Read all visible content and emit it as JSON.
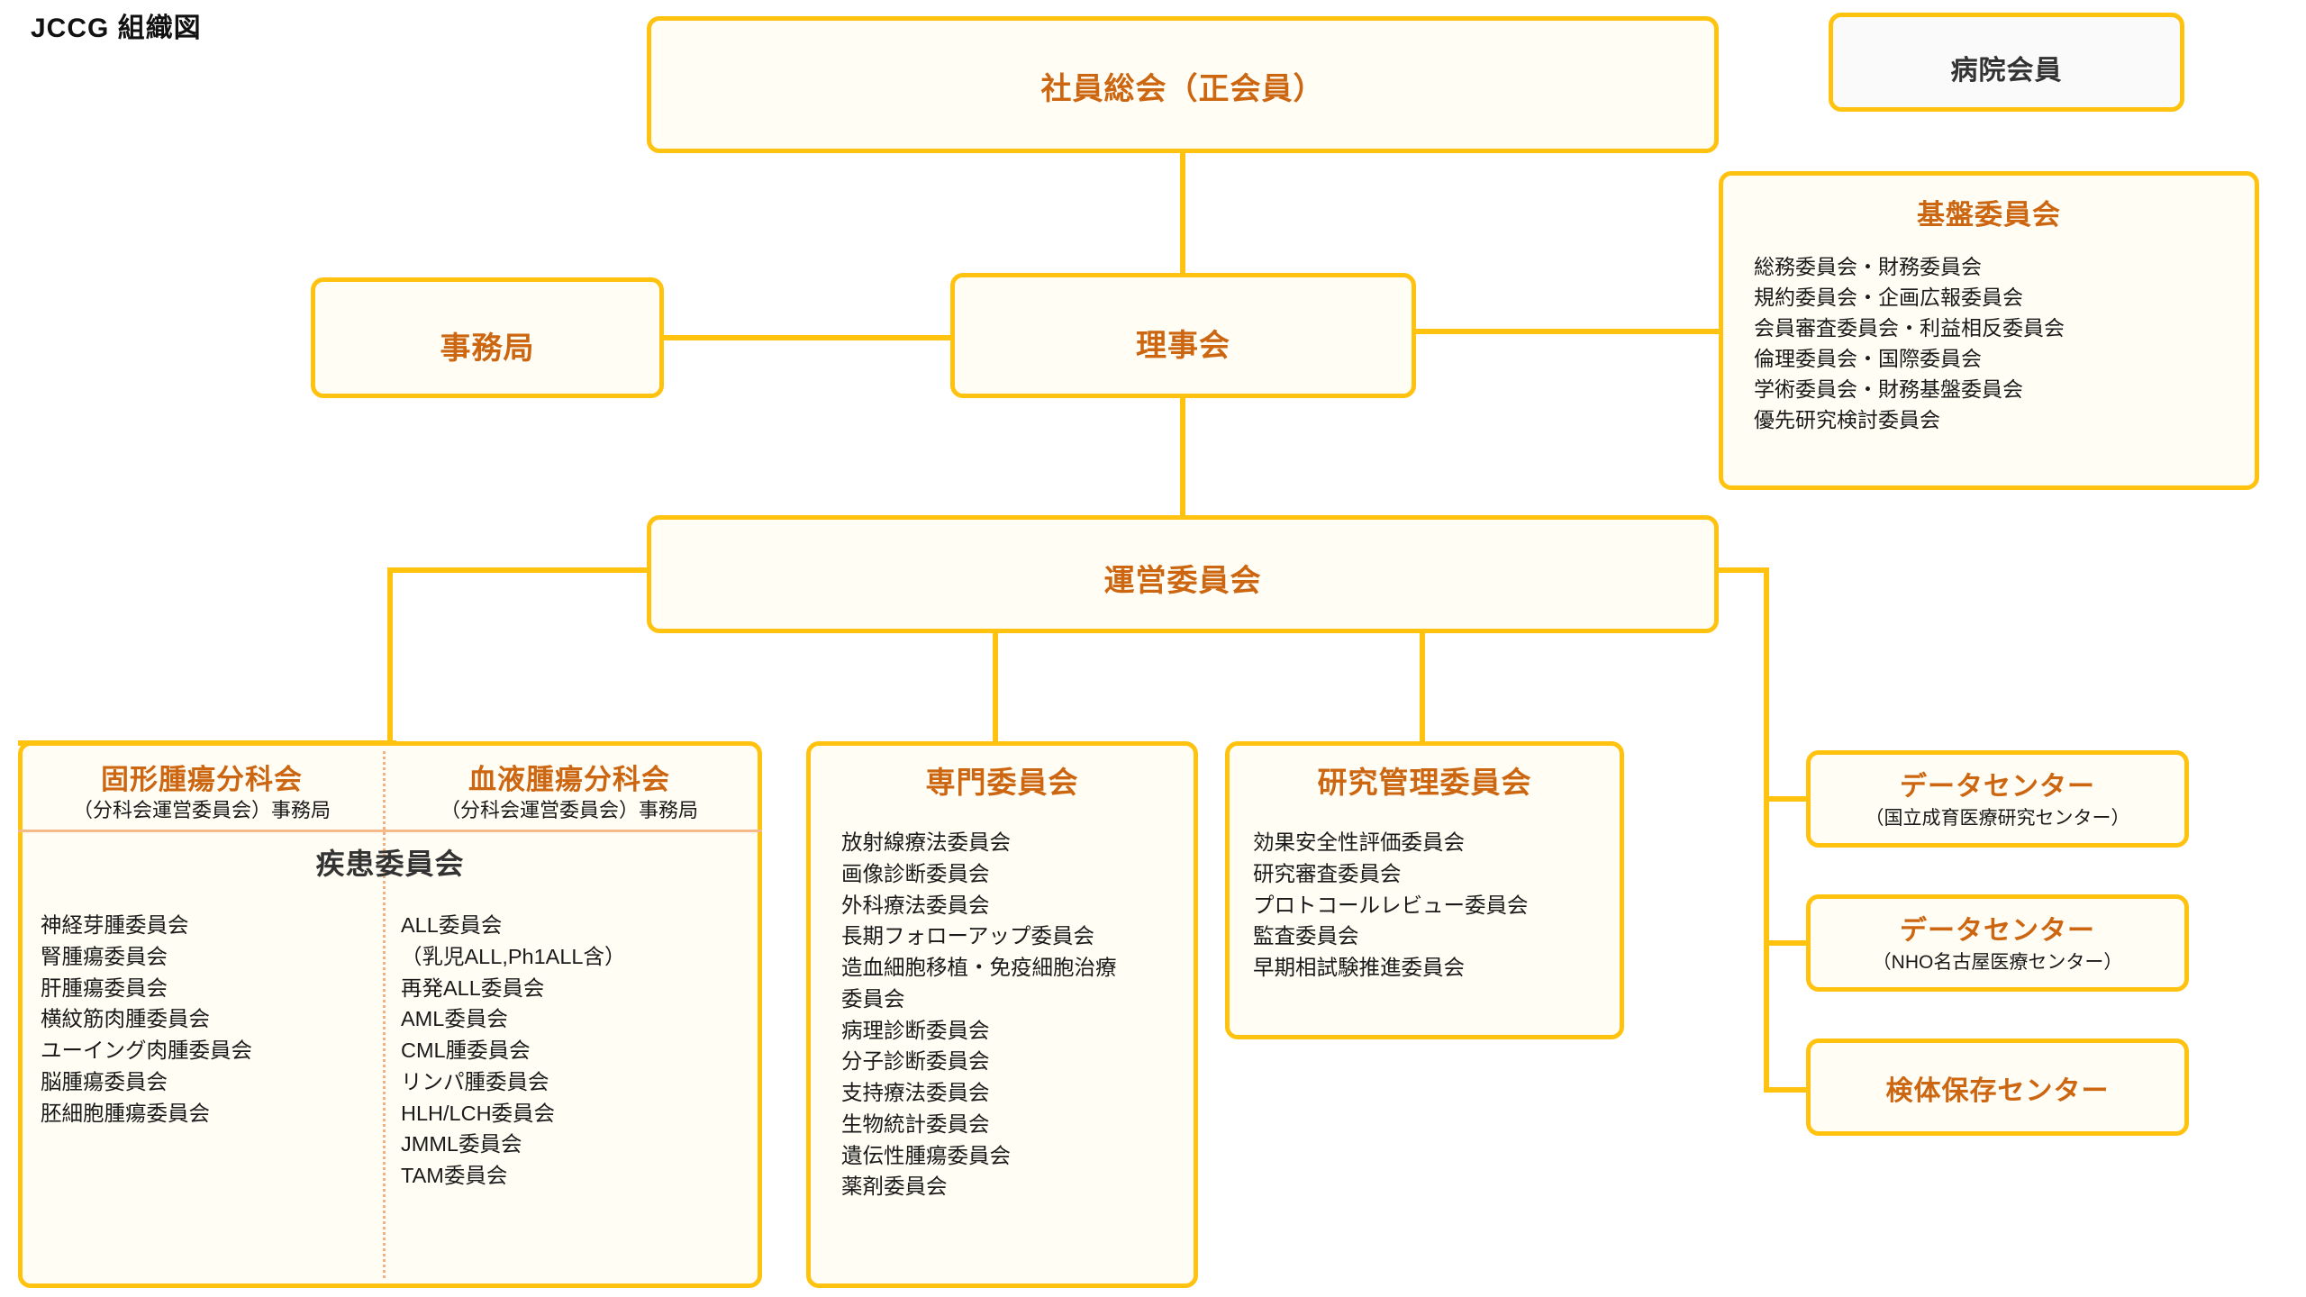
{
  "page": {
    "title": "JCCG 組織図"
  },
  "colors": {
    "border": "#FFC20E",
    "box_fill": "#FFFDF4",
    "heading_text": "#CC6611",
    "body_text": "#1a1a1a",
    "gray_box_fill": "#FAFAFA",
    "gray_heading_text": "#333333",
    "divider": "#F5B98A"
  },
  "nodes": {
    "general_assembly": {
      "label": "社員総会（正会員）"
    },
    "hospital_member": {
      "label": "病院会員"
    },
    "secretariat": {
      "label": "事務局"
    },
    "board": {
      "label": "理事会"
    },
    "steering": {
      "label": "運営委員会"
    },
    "foundation": {
      "title": "基盤委員会",
      "items": [
        "総務委員会・財務委員会",
        "規約委員会・企画広報委員会",
        "会員審査委員会・利益相反委員会",
        "倫理委員会・国際委員会",
        "学術委員会・財務基盤委員会",
        "優先研究検討委員会"
      ]
    },
    "subcommittees": {
      "solid_tumor": {
        "title": "固形腫瘍分科会",
        "subtitle": "（分科会運営委員会）事務局"
      },
      "hematologic": {
        "title": "血液腫瘍分科会",
        "subtitle": "（分科会運営委員会）事務局"
      },
      "disease_header": "疾患委員会",
      "solid_tumor_items": [
        "神経芽腫委員会",
        "腎腫瘍委員会",
        "肝腫瘍委員会",
        "横紋筋肉腫委員会",
        "ユーイング肉腫委員会",
        "脳腫瘍委員会",
        "胚細胞腫瘍委員会"
      ],
      "hematologic_items": [
        "ALL委員会",
        "（乳児ALL,Ph1ALL含）",
        "再発ALL委員会",
        "AML委員会",
        "CML腫委員会",
        "リンパ腫委員会",
        "HLH/LCH委員会",
        "JMML委員会",
        "TAM委員会"
      ]
    },
    "specialist": {
      "title": "専門委員会",
      "items": [
        "放射線療法委員会",
        "画像診断委員会",
        "外科療法委員会",
        "長期フォローアップ委員会",
        "造血細胞移植・免疫細胞治療",
        "委員会",
        "病理診断委員会",
        "分子診断委員会",
        "支持療法委員会",
        "生物統計委員会",
        "遺伝性腫瘍委員会",
        "薬剤委員会"
      ]
    },
    "research_admin": {
      "title": "研究管理委員会",
      "items": [
        "効果安全性評価委員会",
        "研究審査委員会",
        "プロトコールレビュー委員会",
        "監査委員会",
        "早期相試験推進委員会"
      ]
    },
    "data_center_1": {
      "title": "データセンター",
      "subtitle": "（国立成育医療研究センター）"
    },
    "data_center_2": {
      "title": "データセンター",
      "subtitle": "（NHO名古屋医療センター）"
    },
    "specimen_bank": {
      "title": "検体保存センター"
    }
  },
  "chart_data": {
    "type": "diagram",
    "title": "JCCG 組織図",
    "diagram_kind": "organization-chart",
    "edges": [
      {
        "from": "general_assembly",
        "to": "board"
      },
      {
        "from": "board",
        "to": "secretariat"
      },
      {
        "from": "board",
        "to": "foundation"
      },
      {
        "from": "board",
        "to": "steering"
      },
      {
        "from": "steering",
        "to": "subcommittees"
      },
      {
        "from": "steering",
        "to": "specialist"
      },
      {
        "from": "steering",
        "to": "research_admin"
      },
      {
        "from": "steering",
        "to": "data_center_1"
      },
      {
        "from": "steering",
        "to": "data_center_2"
      },
      {
        "from": "steering",
        "to": "specimen_bank"
      }
    ]
  }
}
